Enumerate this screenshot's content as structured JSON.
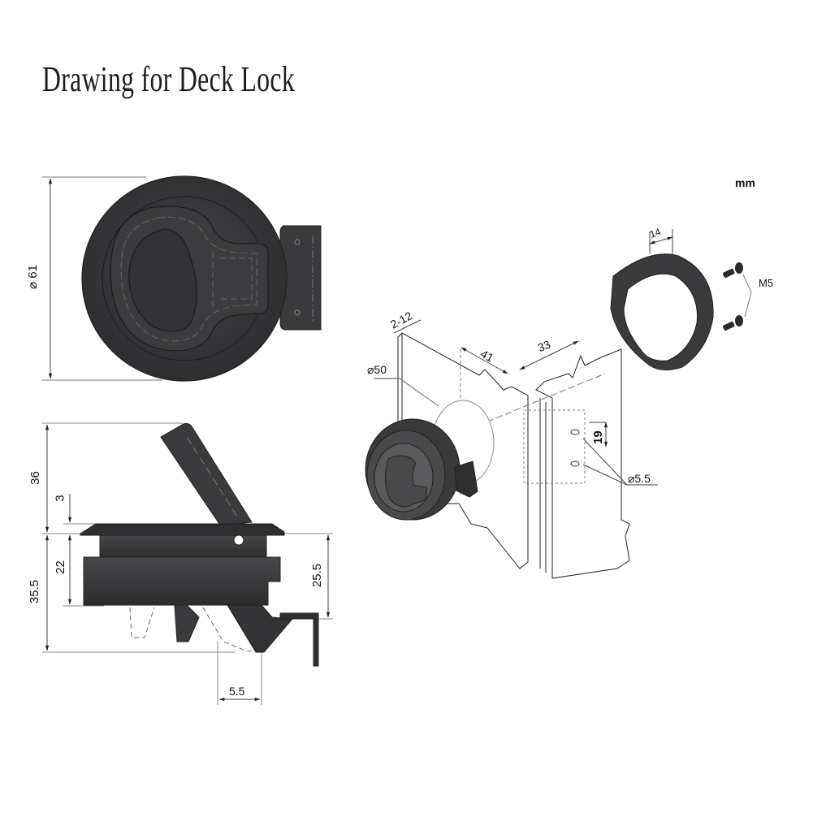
{
  "title": "Drawing for Deck Lock",
  "units": "mm",
  "top_view": {
    "diameter_label": "⌀ 61"
  },
  "side_view": {
    "dims": {
      "handle_raised": "36",
      "flange": "3",
      "body_height": "22",
      "total_depth": "35.5",
      "to_latch": "25.5",
      "latch_offset": "5.5"
    }
  },
  "assembly_view": {
    "dims": {
      "panel_thickness": "2-12",
      "cutout_diameter": "⌀50",
      "depth_41": "41",
      "width_33": "33",
      "hole_spacing": "19",
      "hole_diameter": "⌀5.5",
      "ring_width": "14",
      "screw": "M5"
    }
  },
  "colors": {
    "part_fill": "#3a3a3c",
    "part_dark": "#2a2a2c",
    "line": "#222222",
    "dim_line": "#555555"
  }
}
